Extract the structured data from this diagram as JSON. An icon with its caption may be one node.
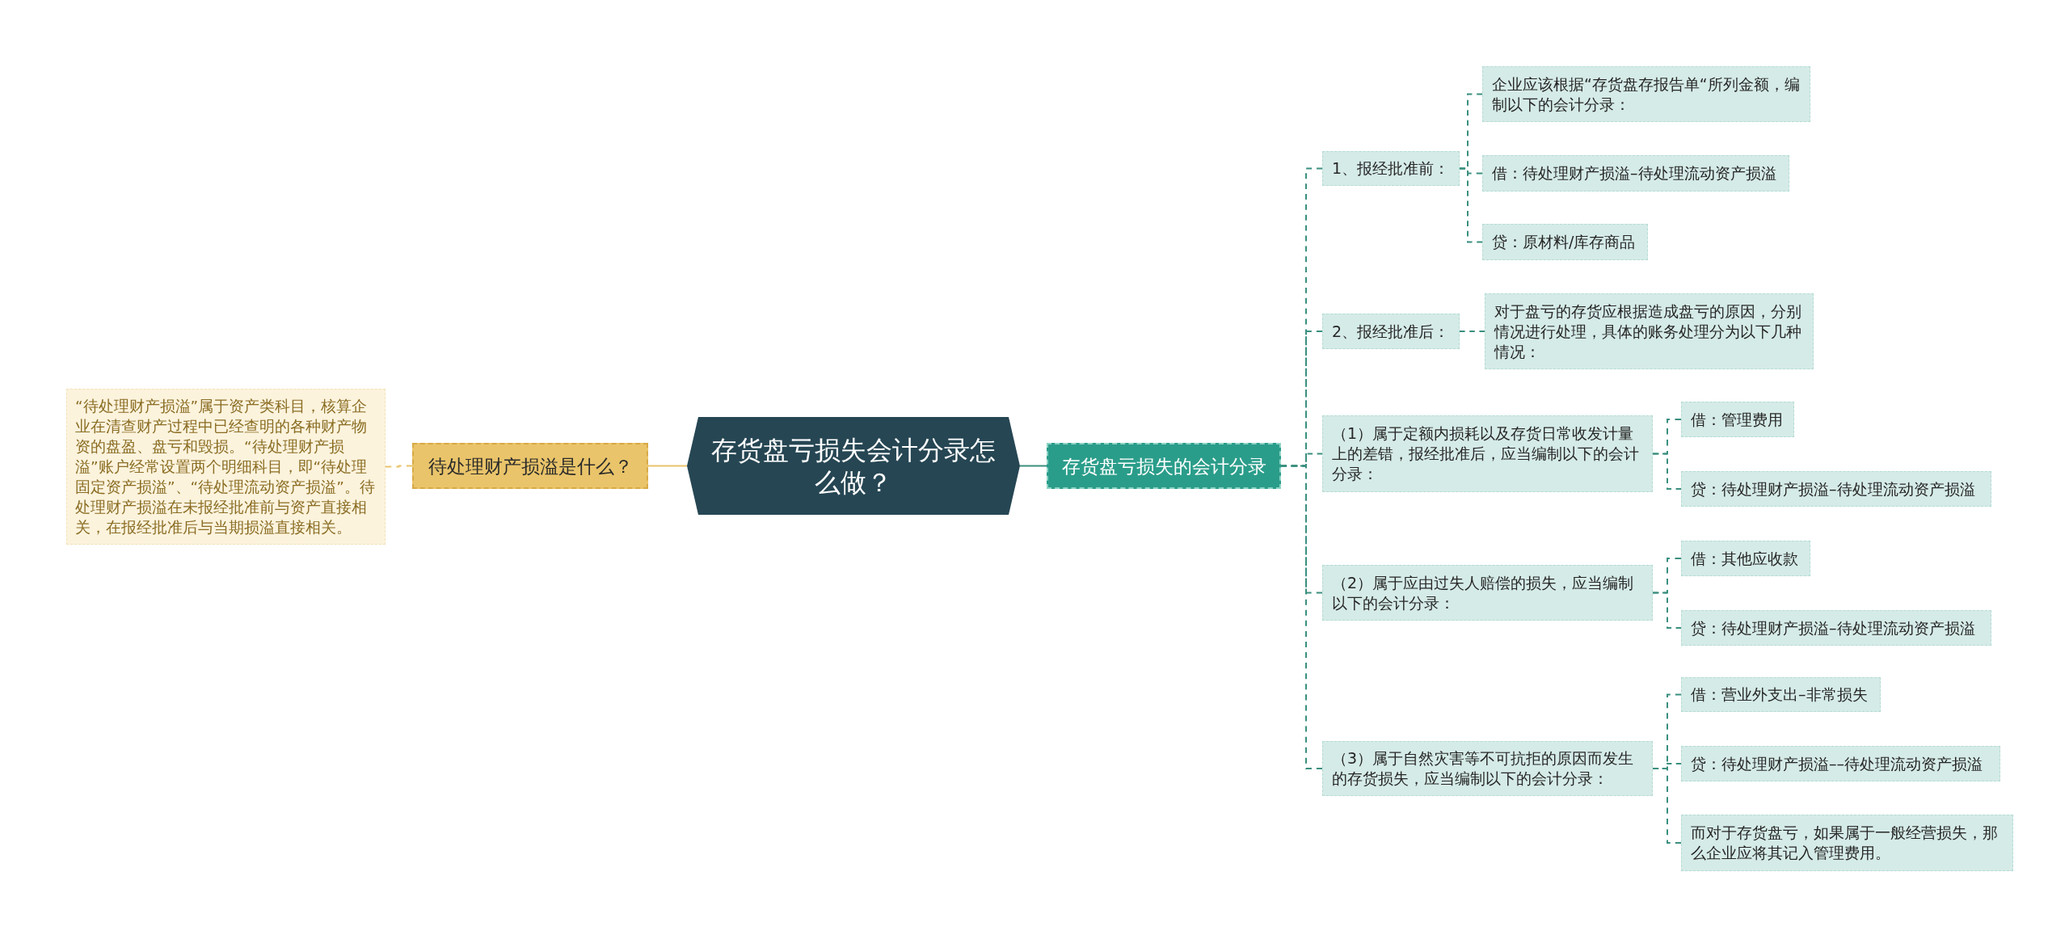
{
  "diagram": {
    "nodes": [
      {
        "text": [
          "存货盘亏损失会计分录怎么做？"
        ]
      },
      {
        "text": [
          "待处理财产损溢是什么？"
        ]
      },
      {
        "text": [
          "“待处理财产损溢”属于资产类科目，核算企业在清查财产过程中已经查明的各种财产物资的盘盈、盘亏和毁损。“待处理财产损溢”账户经常设置两个明细科目，即“待处理固定资产损溢”、“待处理流动资产损溢”。待处理财产损溢在未报经批准前与资产直接相关，在报经批准后与当期损溢直接相关。"
        ]
      },
      {
        "text": [
          "存货盘亏损失的会计分录"
        ]
      },
      {
        "text": [
          "1、报经批准前："
        ]
      },
      {
        "text": [
          "企业应该根据“存货盘存报告单“所列金额，编制以下的会计分录："
        ]
      },
      {
        "text": [
          "借：待处理财产损溢–待处理流动资产损溢"
        ]
      },
      {
        "text": [
          "贷：原材料/库存商品"
        ]
      },
      {
        "text": [
          "2、报经批准后："
        ]
      },
      {
        "text": [
          "对于盘亏的存货应根据造成盘亏的原因，分别情况进行处理，具体的账务处理分为以下几种情况："
        ]
      },
      {
        "text": [
          "（1）属于定额内损耗以及存货日常收发计量上的差错，报经批准后，应当编制以下的会计分录："
        ]
      },
      {
        "text": [
          "借：管理费用"
        ]
      },
      {
        "text": [
          "贷：待处理财产损溢–待处理流动资产损溢"
        ]
      },
      {
        "text": [
          "（2）属于应由过失人赔偿的损失，应当编制以下的会计分录："
        ]
      },
      {
        "text": [
          "借：其他应收款"
        ]
      },
      {
        "text": [
          "贷：待处理财产损溢–待处理流动资产损溢"
        ]
      },
      {
        "text": [
          "（3）属于自然灾害等不可抗拒的原因而发生的存货损失，应当编制以下的会计分录："
        ]
      },
      {
        "text": [
          "借：营业外支出–非常损失"
        ]
      },
      {
        "text": [
          "贷：待处理财产损溢––待处理流动资产损溢"
        ]
      },
      {
        "text": [
          "而对于存货盘亏，如果属于一般经营损失，那么企业应将其记入管理费用。"
        ]
      }
    ],
    "edges": [
      {
        "from": 0,
        "to": 1,
        "arrow": "none",
        "color": "#e9c46a"
      },
      {
        "from": 1,
        "to": 2,
        "arrow": "none",
        "style": "dashed",
        "color": "#e9c46a"
      },
      {
        "from": 0,
        "to": 3,
        "arrow": "none"
      },
      {
        "from": 3,
        "to": 4,
        "arrow": "none",
        "style": "dashed"
      },
      {
        "from": 3,
        "to": 8,
        "arrow": "none",
        "style": "dashed"
      },
      {
        "from": 3,
        "to": 10,
        "arrow": "none",
        "style": "dashed"
      },
      {
        "from": 3,
        "to": 13,
        "arrow": "none",
        "style": "dashed"
      },
      {
        "from": 3,
        "to": 16,
        "arrow": "none",
        "style": "dashed"
      },
      {
        "from": 4,
        "to": 5,
        "arrow": "none",
        "style": "dashed"
      },
      {
        "from": 4,
        "to": 6,
        "arrow": "none",
        "style": "dashed"
      },
      {
        "from": 4,
        "to": 7,
        "arrow": "none",
        "style": "dashed"
      },
      {
        "from": 8,
        "to": 9,
        "arrow": "none",
        "style": "dashed"
      },
      {
        "from": 10,
        "to": 11,
        "arrow": "none",
        "style": "dashed"
      },
      {
        "from": 10,
        "to": 12,
        "arrow": "none",
        "style": "dashed"
      },
      {
        "from": 13,
        "to": 14,
        "arrow": "none",
        "style": "dashed"
      },
      {
        "from": 13,
        "to": 15,
        "arrow": "none",
        "style": "dashed"
      },
      {
        "from": 16,
        "to": 17,
        "arrow": "none",
        "style": "dashed"
      },
      {
        "from": 16,
        "to": 18,
        "arrow": "none",
        "style": "dashed"
      },
      {
        "from": 16,
        "to": 19,
        "arrow": "none",
        "style": "dashed"
      }
    ]
  }
}
